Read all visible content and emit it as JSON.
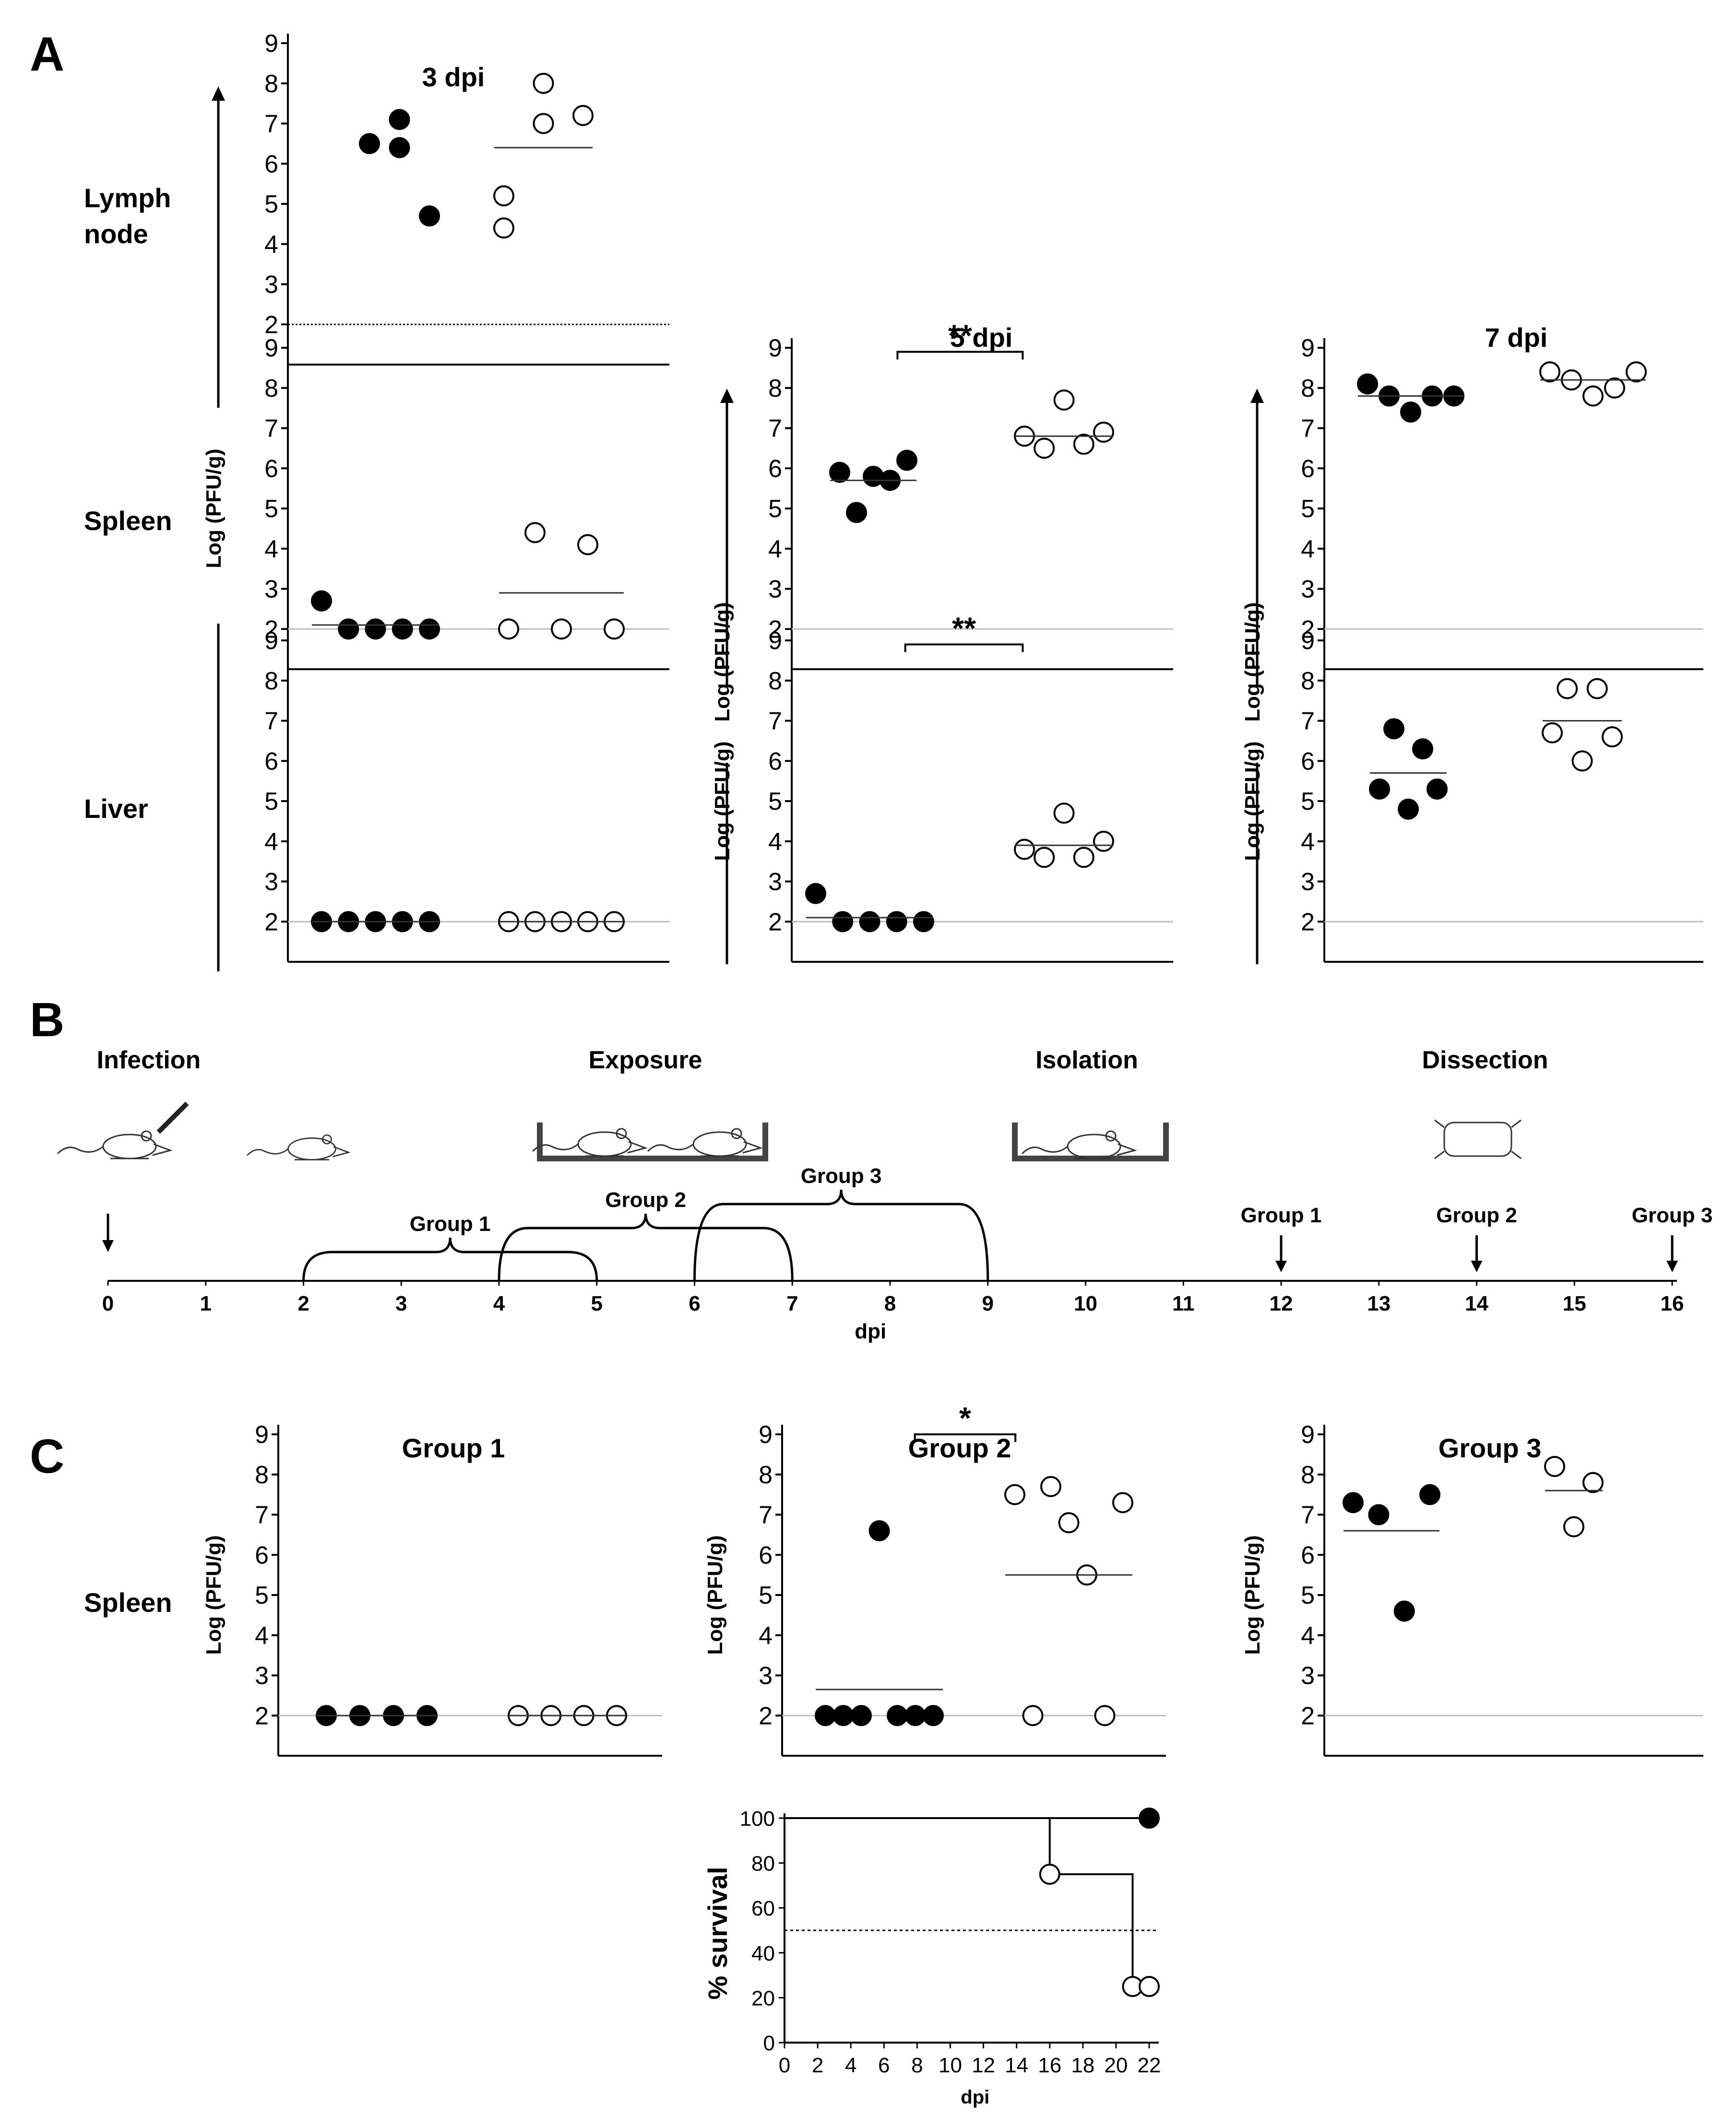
{
  "panel_labels": {
    "a": "A",
    "b": "B",
    "c": "C"
  },
  "row_labels": {
    "lymph": "Lymph node",
    "spleen": "Spleen",
    "liver": "Liver",
    "spleen_c": "Spleen"
  },
  "dpi_titles": {
    "d3": "3 dpi",
    "d5": "5 dpi",
    "d7": "7 dpi"
  },
  "group_titles": {
    "g1": "Group 1",
    "g2": "Group 2",
    "g3": "Group 3"
  },
  "ylabel": "Log (PFU/g)",
  "significance": {
    "star2": "**",
    "star1": "*"
  },
  "timeline": {
    "stages": [
      "Infection",
      "Exposure",
      "Isolation",
      "Dissection"
    ],
    "ticks": [
      "0",
      "1",
      "2",
      "3",
      "4",
      "5",
      "6",
      "7",
      "8",
      "9",
      "10",
      "11",
      "12",
      "13",
      "14",
      "15",
      "16"
    ],
    "xlabel": "dpi",
    "group_labels": [
      "Group 1",
      "Group 2",
      "Group 3"
    ],
    "exposure_windows": [
      {
        "label": "Group 1",
        "start": 2,
        "end": 5
      },
      {
        "label": "Group 2",
        "start": 4,
        "end": 7
      },
      {
        "label": "Group 3",
        "start": 6,
        "end": 9
      }
    ],
    "dissection_days": [
      {
        "label": "Group 1",
        "day": 12
      },
      {
        "label": "Group 2",
        "day": 14
      },
      {
        "label": "Group 3",
        "day": 16
      }
    ]
  },
  "chart_data": [
    {
      "type": "scatter",
      "panel": "A",
      "row": "Lymph node",
      "title": "3 dpi",
      "ylabel": "",
      "ylim": [
        1,
        9
      ],
      "detection_limit": 2,
      "series": [
        {
          "name": "",
          "marker": "filled",
          "values": [
            6.5,
            7.1,
            6.4,
            4.7
          ]
        },
        {
          "name": "",
          "marker": "open",
          "values": [
            4.4,
            5.2,
            7.0,
            8.0,
            7.2
          ],
          "mean": 6.4
        }
      ]
    },
    {
      "type": "scatter",
      "panel": "A",
      "row": "Spleen",
      "title": "",
      "ylabel": "Log (PFU/g)",
      "ylim": [
        1,
        9
      ],
      "detection_limit": 2,
      "series": [
        {
          "name": "",
          "marker": "filled",
          "values": [
            2.7,
            2,
            2,
            2,
            2
          ],
          "mean": 2.1
        },
        {
          "name": "",
          "marker": "open",
          "values": [
            2,
            4.4,
            2,
            4.1,
            2
          ],
          "mean": 2.9
        }
      ]
    },
    {
      "type": "scatter",
      "panel": "A",
      "row": "Liver",
      "title": "",
      "ylabel": "",
      "ylim": [
        1,
        9
      ],
      "detection_limit": 2,
      "series": [
        {
          "name": "",
          "marker": "filled",
          "values": [
            2,
            2,
            2,
            2,
            2
          ],
          "mean": 2
        },
        {
          "name": "",
          "marker": "open",
          "values": [
            2,
            2,
            2,
            2,
            2
          ],
          "mean": 2
        }
      ]
    },
    {
      "type": "scatter",
      "panel": "A",
      "row": "Spleen",
      "title": "5 dpi",
      "ylabel": "Log (PFU/g)",
      "ylim": [
        1,
        9
      ],
      "detection_limit": 2,
      "significance": "**",
      "series": [
        {
          "name": "",
          "marker": "filled",
          "values": [
            5.9,
            4.9,
            5.8,
            5.7,
            6.2
          ],
          "mean": 5.7
        },
        {
          "name": "",
          "marker": "open",
          "values": [
            6.8,
            6.5,
            7.7,
            6.6,
            6.9
          ],
          "mean": 6.8
        }
      ]
    },
    {
      "type": "scatter",
      "panel": "A",
      "row": "Liver",
      "title": "",
      "ylabel": "Log (PFU/g)",
      "ylim": [
        1,
        9
      ],
      "detection_limit": 2,
      "significance": "**",
      "series": [
        {
          "name": "",
          "marker": "filled",
          "values": [
            2.7,
            2,
            2,
            2,
            2
          ],
          "mean": 2.1
        },
        {
          "name": "",
          "marker": "open",
          "values": [
            3.8,
            3.6,
            4.7,
            3.6,
            4.0
          ],
          "mean": 3.9
        }
      ]
    },
    {
      "type": "scatter",
      "panel": "A",
      "row": "Spleen",
      "title": "7 dpi",
      "ylabel": "Log (PFU/g)",
      "ylim": [
        1,
        9
      ],
      "detection_limit": 2,
      "series": [
        {
          "name": "",
          "marker": "filled",
          "values": [
            8.1,
            7.8,
            7.4,
            7.8,
            7.8
          ],
          "mean": 7.8
        },
        {
          "name": "",
          "marker": "open",
          "values": [
            8.4,
            8.2,
            7.8,
            8.0,
            8.4
          ],
          "mean": 8.2
        }
      ]
    },
    {
      "type": "scatter",
      "panel": "A",
      "row": "Liver",
      "title": "",
      "ylabel": "Log (PFU/g)",
      "ylim": [
        1,
        9
      ],
      "detection_limit": 2,
      "series": [
        {
          "name": "",
          "marker": "filled",
          "values": [
            5.3,
            6.8,
            4.8,
            6.3,
            5.3
          ],
          "mean": 5.7
        },
        {
          "name": "",
          "marker": "open",
          "values": [
            6.7,
            7.8,
            6.0,
            7.8,
            6.6
          ],
          "mean": 7.0
        }
      ]
    },
    {
      "type": "scatter",
      "panel": "C",
      "row": "Spleen",
      "title": "Group 1",
      "ylabel": "Log (PFU/g)",
      "ylim": [
        1,
        9
      ],
      "detection_limit": 2,
      "series": [
        {
          "name": "",
          "marker": "filled",
          "values": [
            2,
            2,
            2,
            2
          ],
          "mean": 2
        },
        {
          "name": "",
          "marker": "open",
          "values": [
            2,
            2,
            2,
            2
          ],
          "mean": 2
        }
      ]
    },
    {
      "type": "scatter",
      "panel": "C",
      "row": "Spleen",
      "title": "Group 2",
      "ylabel": "Log (PFU/g)",
      "ylim": [
        1,
        9
      ],
      "detection_limit": 2,
      "significance": "*",
      "series": [
        {
          "name": "",
          "marker": "filled",
          "values": [
            2,
            2,
            2,
            6.6,
            2,
            2,
            2
          ],
          "mean": 2.65
        },
        {
          "name": "",
          "marker": "open",
          "values": [
            7.5,
            2,
            7.7,
            6.8,
            5.5,
            2,
            7.3
          ],
          "mean": 5.5
        }
      ]
    },
    {
      "type": "scatter",
      "panel": "C",
      "row": "Spleen",
      "title": "Group 3",
      "ylabel": "Log (PFU/g)",
      "ylim": [
        1,
        9
      ],
      "detection_limit": 2,
      "series": [
        {
          "name": "",
          "marker": "filled",
          "values": [
            7.3,
            7.0,
            4.6,
            7.5
          ],
          "mean": 6.6
        },
        {
          "name": "",
          "marker": "open",
          "values": [
            8.2,
            6.7,
            7.8
          ],
          "mean": 7.6
        }
      ]
    },
    {
      "type": "line",
      "panel": "C",
      "subtype": "survival",
      "title": "",
      "xlabel": "dpi",
      "ylabel": "% survival",
      "xlim": [
        0,
        22
      ],
      "ylim": [
        0,
        100
      ],
      "xticks": [
        "0",
        "2",
        "4",
        "6",
        "8",
        "10",
        "12",
        "14",
        "16",
        "18",
        "20",
        "22"
      ],
      "yticks": [
        "0",
        "20",
        "40",
        "60",
        "80",
        "100"
      ],
      "reference_line": 50,
      "series": [
        {
          "name": "",
          "marker": "filled",
          "x": [
            0,
            22
          ],
          "y": [
            100,
            100
          ]
        },
        {
          "name": "",
          "marker": "open",
          "x": [
            0,
            16,
            16,
            21,
            21,
            22
          ],
          "y": [
            100,
            100,
            75,
            75,
            25,
            25
          ]
        }
      ]
    }
  ]
}
